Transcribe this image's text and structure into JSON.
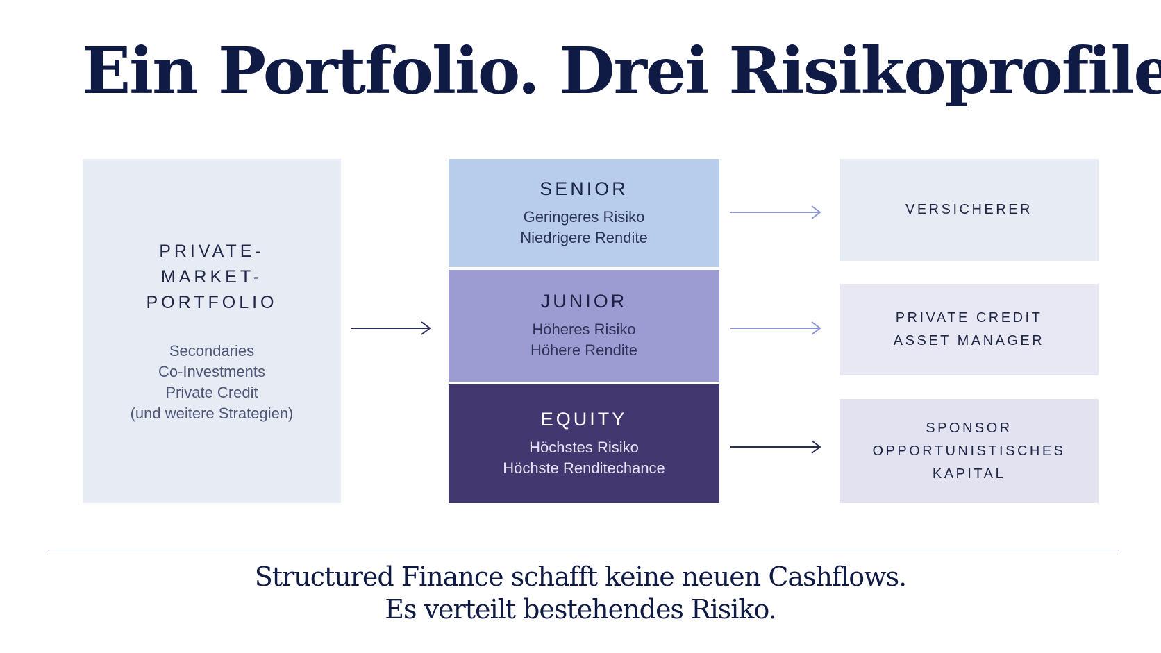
{
  "title": "Ein Portfolio. Drei Risikoprofile.",
  "portfolio": {
    "title_lines": [
      "PRIVATE-",
      "MARKET-",
      "PORTFOLIO"
    ],
    "strategies": [
      "Secondaries",
      "Co-Investments",
      "Private Credit",
      "(und weitere Strategien)"
    ]
  },
  "tranches": [
    {
      "name": "SENIOR",
      "lines": [
        "Geringeres Risiko",
        "Niedrigere Rendite"
      ],
      "color": "#b7cdeb"
    },
    {
      "name": "JUNIOR",
      "lines": [
        "Höheres Risiko",
        "Höhere Rendite"
      ],
      "color": "#9c9bd2"
    },
    {
      "name": "EQUITY",
      "lines": [
        "Höchstes Risiko",
        "Höchste Renditechance"
      ],
      "color": "#433770"
    }
  ],
  "investors": [
    {
      "lines": [
        "VERSICHERER"
      ]
    },
    {
      "lines": [
        "PRIVATE CREDIT",
        "ASSET MANAGER"
      ]
    },
    {
      "lines": [
        "SPONSOR",
        "OPPORTUNISTISCHES",
        "KAPITAL"
      ]
    }
  ],
  "colors": {
    "title": "#0f1a45",
    "arrow_light": "#8c96d6",
    "arrow_dark": "#2a2f5a"
  },
  "footer": {
    "lines": [
      "Structured Finance schafft keine neuen Cashflows.",
      "Es verteilt bestehendes Risiko."
    ]
  }
}
